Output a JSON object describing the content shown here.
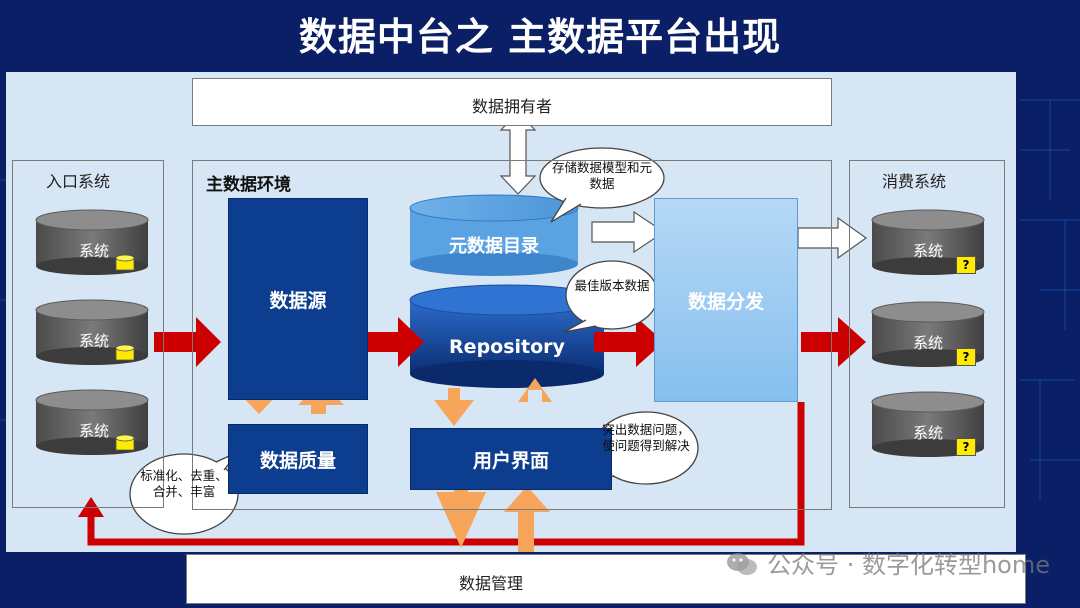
{
  "title": "数据中台之 主数据平台出现",
  "owner_label": "数据拥有者",
  "management_label": "数据管理",
  "input_systems": {
    "title": "入口系统",
    "items": [
      "系统",
      "系统",
      "系统"
    ]
  },
  "consumer_systems": {
    "title": "消费系统",
    "items": [
      "系统",
      "系统",
      "系统"
    ],
    "badge": "?"
  },
  "mdm_env": {
    "title": "主数据环境",
    "data_source": "数据源",
    "data_quality": "数据质量",
    "metadata_catalog": "元数据目录",
    "repository": "Repository",
    "user_interface": "用户界面",
    "distribution": "数据分发"
  },
  "bubbles": {
    "store_models": "存储数据模型和元数据",
    "best_version": "最佳版本数据",
    "solve_problems": "突出数据问题，使问题得到解决",
    "standardize": "标准化、去重、合并、丰富"
  },
  "watermark": "公众号 · 数字化转型home",
  "colors": {
    "background": "#0a1f66",
    "panel": "#d7e6f4",
    "dark_blue": "#0d3d8f",
    "red_arrow": "#cc0000",
    "orange_arrow": "#f6a55b",
    "badge_yellow": "#ffeb00"
  }
}
